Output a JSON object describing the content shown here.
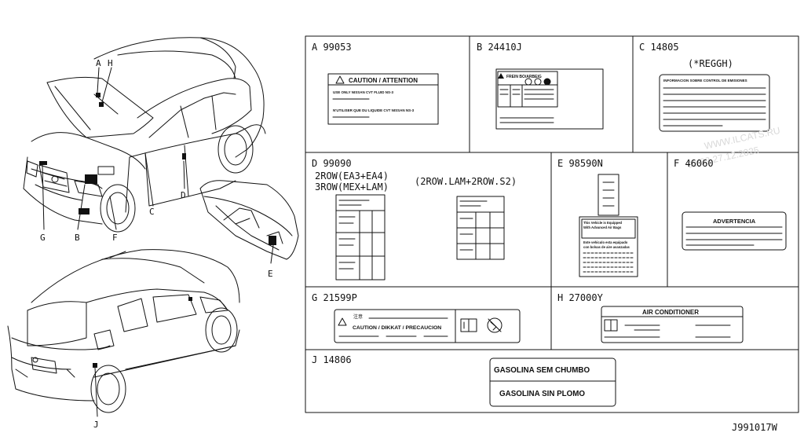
{
  "diagram_id": "J991017W",
  "watermark": {
    "site": "WWW.ILCATS.RU",
    "datetime": "00:02 27.12.2025"
  },
  "callouts": [
    "A",
    "H",
    "G",
    "B",
    "F",
    "C",
    "D",
    "E",
    "J"
  ],
  "cells": {
    "A": {
      "code": "A  99053",
      "label_title": "CAUTION / ATTENTION",
      "label_line1": "USE ONLY NISSAN CVT FLUID NS-3",
      "label_line2": "N'UTILISER QUE DU LIQUIDE CVT NISSAN NS-3"
    },
    "B": {
      "code": "B  24410J",
      "label_title": "FREIN BO/ARBEIG"
    },
    "C": {
      "code": "C  14805",
      "note": "(*REGGH)",
      "label_title": "INFORMACION SOBRE CONTROL DE EMISIONES"
    },
    "D": {
      "code": "D  99090",
      "line1": "2ROW(EA3+EA4)",
      "line2": "3ROW(MEX+LAM)",
      "line3": "(2ROW.LAM+2ROW.S2)"
    },
    "E": {
      "code": "E  98590N",
      "label_text1": "This Vehicle is Equipped",
      "label_text2": "With Advanced Air Bags",
      "label_text3": "Este vehiculo esta equipado",
      "label_text4": "con bolsas de aire avanzadas"
    },
    "F": {
      "code": "F  46060",
      "label_title": "ADVERTENCIA"
    },
    "G": {
      "code": "G  21599P",
      "label_top": "注意",
      "label_title": "CAUTION / DIKKAT / PRECAUCION"
    },
    "H": {
      "code": "H  27000Y",
      "label_title": "AIR CONDITIONER"
    },
    "J": {
      "code": "J  14806",
      "label_line1": "GASOLINA SEM CHUMBO",
      "label_line2": "GASOLINA SIN PLOMO"
    }
  },
  "colors": {
    "ink": "#111111",
    "watermark": "#d9d9d9",
    "background": "#ffffff"
  }
}
